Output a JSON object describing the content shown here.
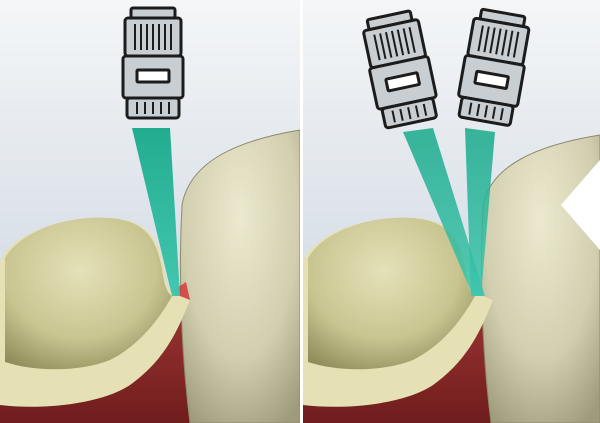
{
  "scene": {
    "description_free": true,
    "panels": [
      {
        "id": "single-scanner",
        "scanner_count": 1
      },
      {
        "id": "dual-scanner",
        "scanner_count": 2
      }
    ]
  },
  "colors": {
    "background_top": "#eef1f5",
    "background_bottom": "#cfd8e2",
    "beam": "#1fb395",
    "scanner_body": "#c9ced3",
    "scanner_outline": "#1c1c1c",
    "tooth_enamel": "#d6d2a2",
    "tooth_shadow": "#8f8a5c",
    "gum": "#8c2a2a",
    "prep_margin": "#e8e3b6",
    "bleed_red": "#d63a3a"
  },
  "icons": [
    "intraoral-scanner-icon",
    "scan-beam",
    "prepared-tooth",
    "adjacent-tooth",
    "gingiva"
  ]
}
